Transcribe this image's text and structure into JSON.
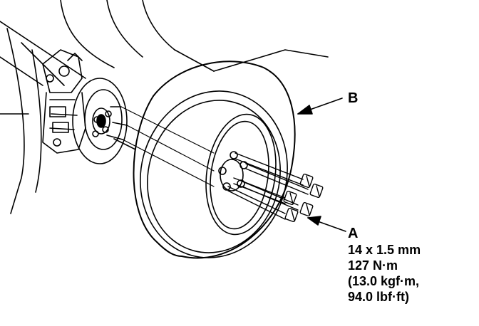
{
  "callouts": {
    "b": {
      "letter": "B"
    },
    "a": {
      "letter": "A",
      "spec_lines": [
        "14 x 1.5 mm",
        "127 N·m",
        "(13.0 kgf·m,",
        "94.0 lbf·ft)"
      ]
    }
  },
  "colors": {
    "line": "#000000",
    "background": "#ffffff"
  }
}
